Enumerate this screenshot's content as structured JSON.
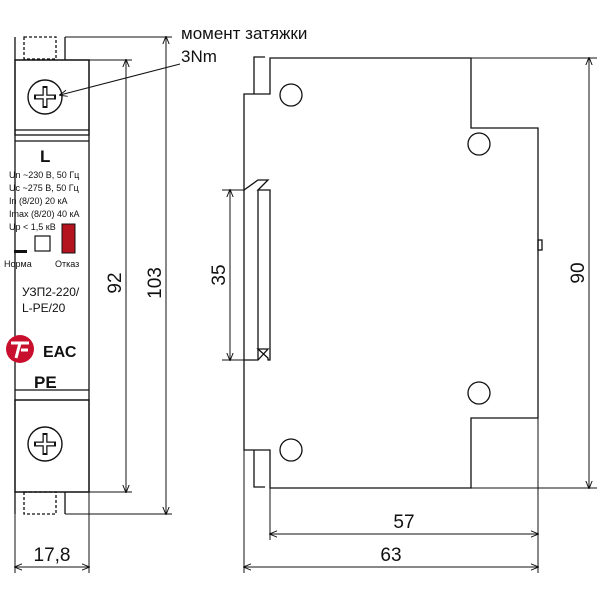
{
  "annotation": {
    "line1": "момент затяжки",
    "line2": "3Nm"
  },
  "device": {
    "terminal_top": "L",
    "terminal_bottom": "PE",
    "specs": [
      "Un ~230 В, 50 Гц",
      "Uc ~275 В, 50 Гц",
      "In (8/20) 20 кА",
      "Imax (8/20) 40 кА",
      "Up < 1,5 кВ"
    ],
    "indicator_normal": "Норма",
    "indicator_fault": "Отказ",
    "model_line1": "УЗП2-220/",
    "model_line2": "L-PE/20",
    "eac_mark": "ЕАС",
    "colors": {
      "accent_red": "#c8102e",
      "fault_red": "#b3141e"
    }
  },
  "dimensions": {
    "front_width": "17,8",
    "front_height_inner": "92",
    "front_height_total": "103",
    "din_rail": "35",
    "side_height": "90",
    "depth_inner": "57",
    "depth_total": "63"
  }
}
